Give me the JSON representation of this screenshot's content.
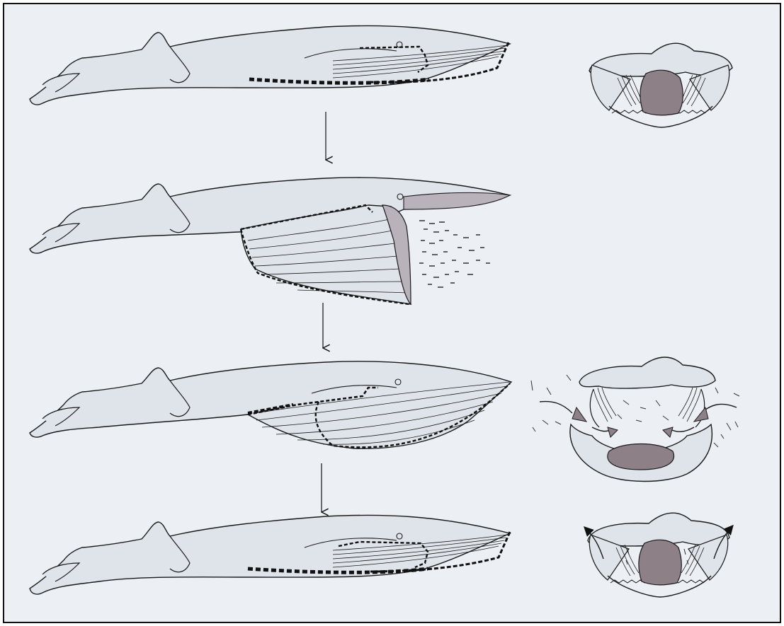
{
  "figure": {
    "stages": [
      {
        "id": "resting",
        "mouth": "closed",
        "throat": "contracted",
        "cross_section": "closed"
      },
      {
        "id": "engulfing",
        "mouth": "open",
        "throat": "expanded",
        "cross_section": "none",
        "prey": "krill"
      },
      {
        "id": "closing",
        "mouth": "closed",
        "throat": "expanded",
        "cross_section": "water-entering"
      },
      {
        "id": "filtering",
        "mouth": "closed",
        "throat": "contracted",
        "cross_section": "water-expelled"
      }
    ],
    "colors": {
      "body": "#dfe3ea",
      "outline": "#1a1a1a",
      "mouth_cavity": "#8d8087",
      "baleen": "#b9b2bb",
      "frame": "#111111",
      "paper": "#eceff3"
    },
    "arrows": [
      "down-arrow",
      "down-arrow",
      "down-arrow"
    ]
  }
}
